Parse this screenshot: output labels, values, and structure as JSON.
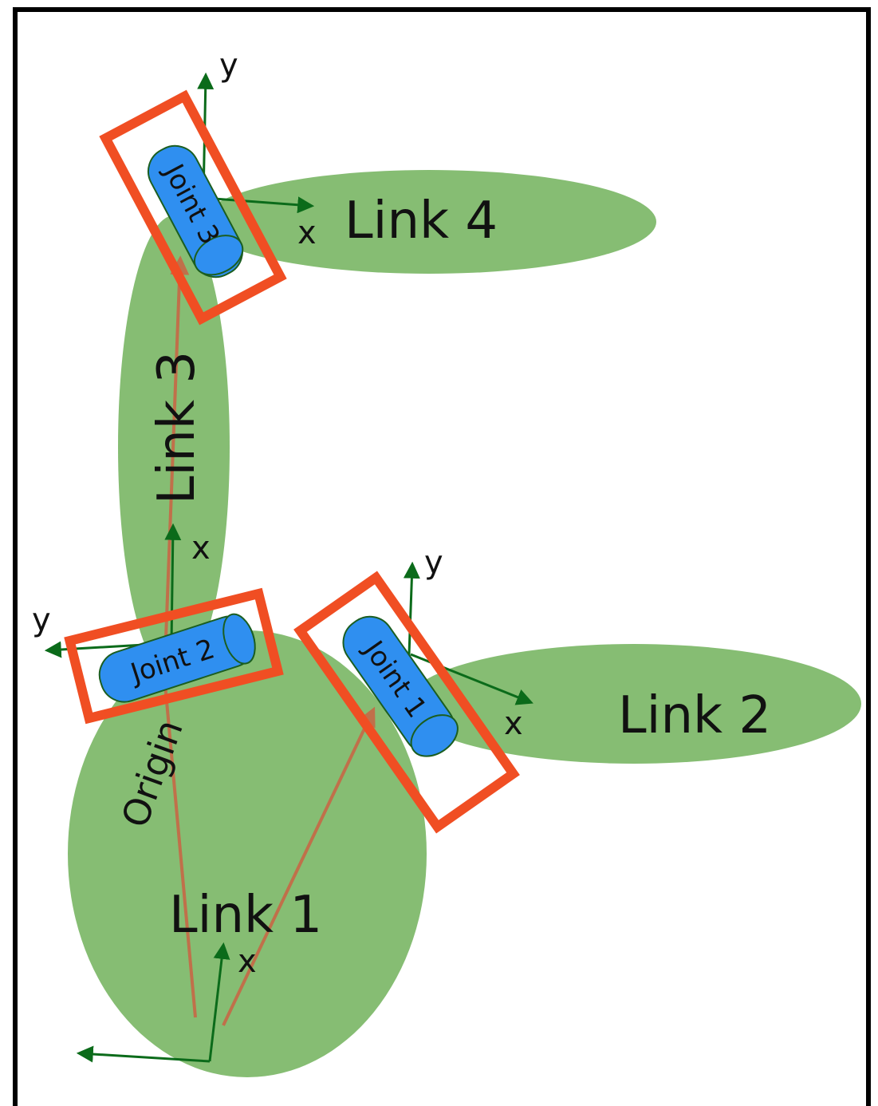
{
  "colors": {
    "link_fill": "#86bd73",
    "joint_fill": "#2f8ff0",
    "joint_stroke": "#1b5e20",
    "axis": "#0b6b1a",
    "vector": "#c0704a",
    "highlight": "#f04e23",
    "frame": "#000000"
  },
  "links": {
    "link1": "Link 1",
    "link2": "Link 2",
    "link3": "Link 3",
    "link4": "Link 4"
  },
  "joints": {
    "joint1": "Joint 1",
    "joint2": "Joint 2",
    "joint3": "Joint 3"
  },
  "origin_label": "Origin",
  "axes": {
    "x": "x",
    "y": "y"
  }
}
